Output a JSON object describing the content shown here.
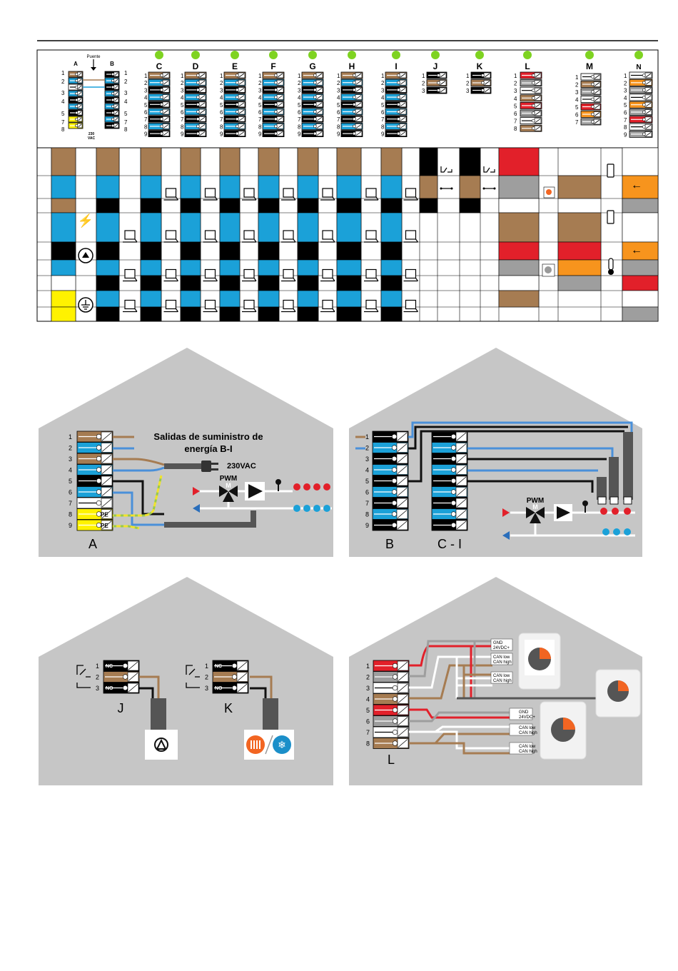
{
  "table": {
    "columns": [
      "A",
      "B",
      "C",
      "D",
      "E",
      "F",
      "G",
      "H",
      "I",
      "J",
      "K",
      "L",
      "M",
      "N"
    ],
    "terminal_numbers_9": [
      "1",
      "2",
      "3",
      "4",
      "5",
      "6",
      "7",
      "8",
      "9"
    ],
    "terminal_numbers_8": [
      "1",
      "2",
      "3",
      "4",
      "5",
      "6",
      "7",
      "8"
    ],
    "terminal_numbers_7": [
      "1",
      "2",
      "3",
      "4",
      "5",
      "6",
      "7"
    ],
    "terminal_numbers_ab": [
      "1",
      "2",
      "3",
      "4",
      "5",
      "7",
      "8"
    ],
    "terminal_numbers_3": [
      "1",
      "2",
      "3"
    ],
    "puente_label": "Puente",
    "vac_label": "230\nVAC"
  },
  "panel_a": {
    "title_line1": "Salidas de suministro de",
    "title_line2": "energía B-I",
    "vac": "230VAC",
    "pwm": "PWM",
    "motor": "M",
    "pe": "PE",
    "label": "A",
    "numbers": [
      "1",
      "2",
      "3",
      "4",
      "5",
      "6",
      "7",
      "8",
      "9"
    ]
  },
  "panel_b": {
    "pwm": "PWM",
    "motor": "M",
    "label_b": "B",
    "label_ci": "C - I",
    "numbers": [
      "1",
      "2",
      "3",
      "4",
      "5",
      "6",
      "7",
      "8",
      "9"
    ]
  },
  "panel_jk": {
    "label_j": "J",
    "label_k": "K",
    "nc": "NC",
    "no": "NO",
    "numbers": [
      "1",
      "2",
      "3"
    ]
  },
  "panel_l": {
    "label": "L",
    "numbers": [
      "1",
      "2",
      "3",
      "4",
      "5",
      "6",
      "7",
      "8"
    ],
    "gnd": "GND",
    "vdc": "24VDC+",
    "can_low": "CAN low",
    "can_high": "CAN high"
  },
  "colors": {
    "brown": "#a67c52",
    "blue": "#1ba1d8",
    "black": "#000000",
    "yellow": "#fff200",
    "red": "#e2202a",
    "grey": "#9e9e9e",
    "orange": "#f7941d",
    "white": "#ffffff",
    "green_led": "#7ed321",
    "panel_bg": "#c6c6c6"
  }
}
